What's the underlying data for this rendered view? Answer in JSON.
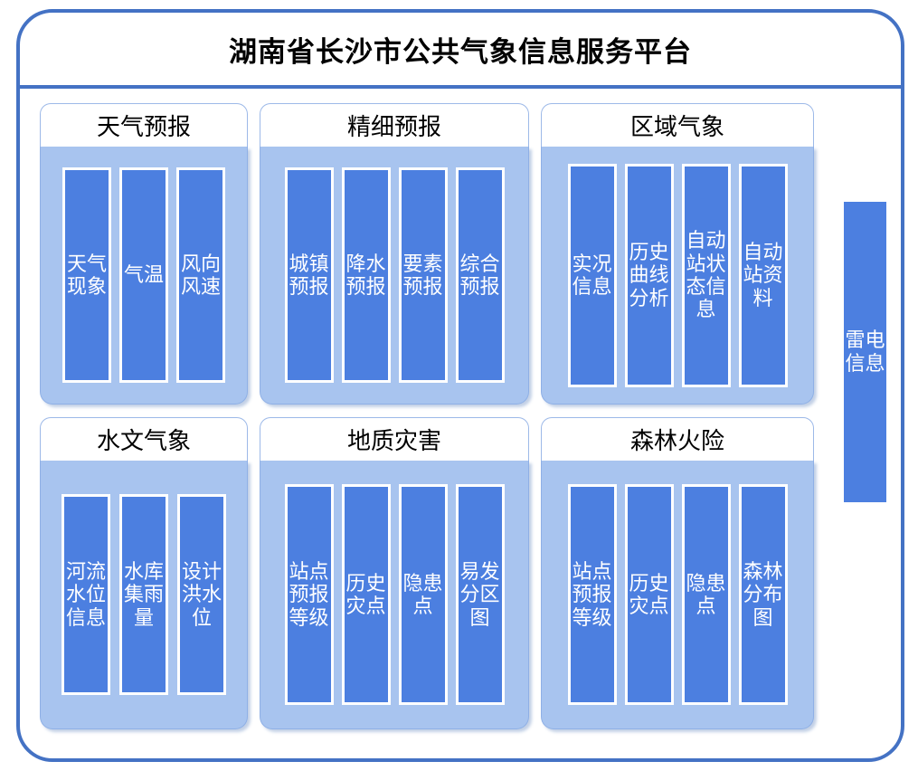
{
  "app": {
    "title": "湖南省长沙市公共气象信息服务平台"
  },
  "panels": [
    {
      "id": "weather-forecast",
      "title": "天气预报",
      "items": [
        "天气现象",
        "气温",
        "风向风速"
      ]
    },
    {
      "id": "fine-forecast",
      "title": "精细预报",
      "items": [
        "城镇预报",
        "降水预报",
        "要素预报",
        "综合预报"
      ]
    },
    {
      "id": "regional-meteorology",
      "title": "区域气象",
      "items": [
        "实况信息",
        "历史曲线分析",
        "自动站状态信息",
        "自动站资料"
      ]
    },
    {
      "id": "hydro-meteorology",
      "title": "水文气象",
      "items": [
        "河流水位信息",
        "水库集雨量",
        "设计洪水位"
      ]
    },
    {
      "id": "geological-hazard",
      "title": "地质灾害",
      "items": [
        "站点预报等级",
        "历史灾点",
        "隐患点",
        "易发分区图"
      ]
    },
    {
      "id": "forest-fire-risk",
      "title": "森林火险",
      "items": [
        "站点预报等级",
        "历史灾点",
        "隐患点",
        "森林分布图"
      ]
    }
  ],
  "lightning": {
    "label": "雷电信息"
  },
  "colors": {
    "frame_border": "#4472C4",
    "panel_body": "#A8C4EF",
    "bar_fill": "#4C7FE0",
    "bar_border": "#FFFFFF",
    "panel_header_bg": "#FFFFFF",
    "title_text": "#000000",
    "bar_text": "#FFFFFF"
  }
}
